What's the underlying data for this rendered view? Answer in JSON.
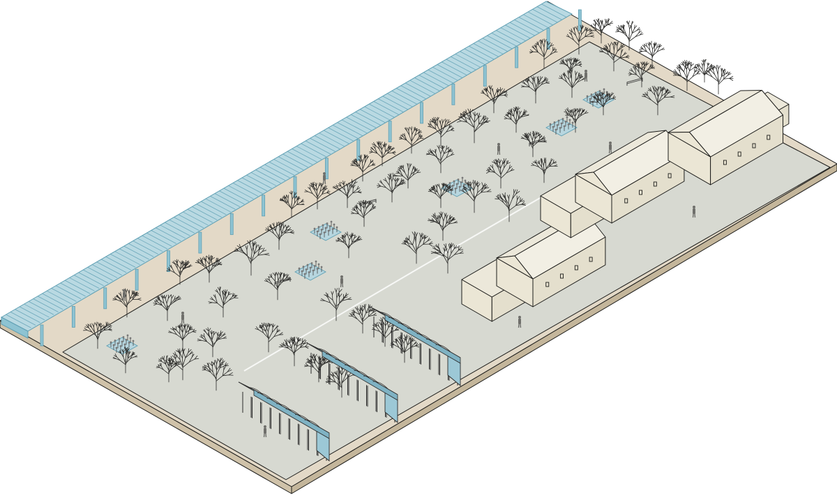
{
  "title": "",
  "colors": {
    "ground_plaza": "#d7d9d1",
    "ground_plaza_side": "#c9cbc2",
    "path_sand": "#e3d9c7",
    "path_sand_side": "#d3c6ad",
    "rail_blue": "#8ec3d2",
    "rail_blue_dark": "#5f9fb3",
    "building_top": "#ece8da",
    "building_wall": "#ebe6d5",
    "canopy_blue": "#9cc8d6",
    "bed_blue": "#b7d6df",
    "line": "#1d1d1b"
  },
  "icons": {
    "tree": "bare-tree-icon",
    "person": "pedestrian-icon",
    "bench": "bench-icon",
    "canopy": "shelter-canopy-icon",
    "planter": "planter-bed-icon",
    "building": "pavilion-building-icon"
  },
  "scene": {
    "type": "isometric-site-plan",
    "buildings": 3,
    "canopies": 3,
    "planters": 6,
    "benches": 3,
    "trees": 70,
    "people": 9
  }
}
